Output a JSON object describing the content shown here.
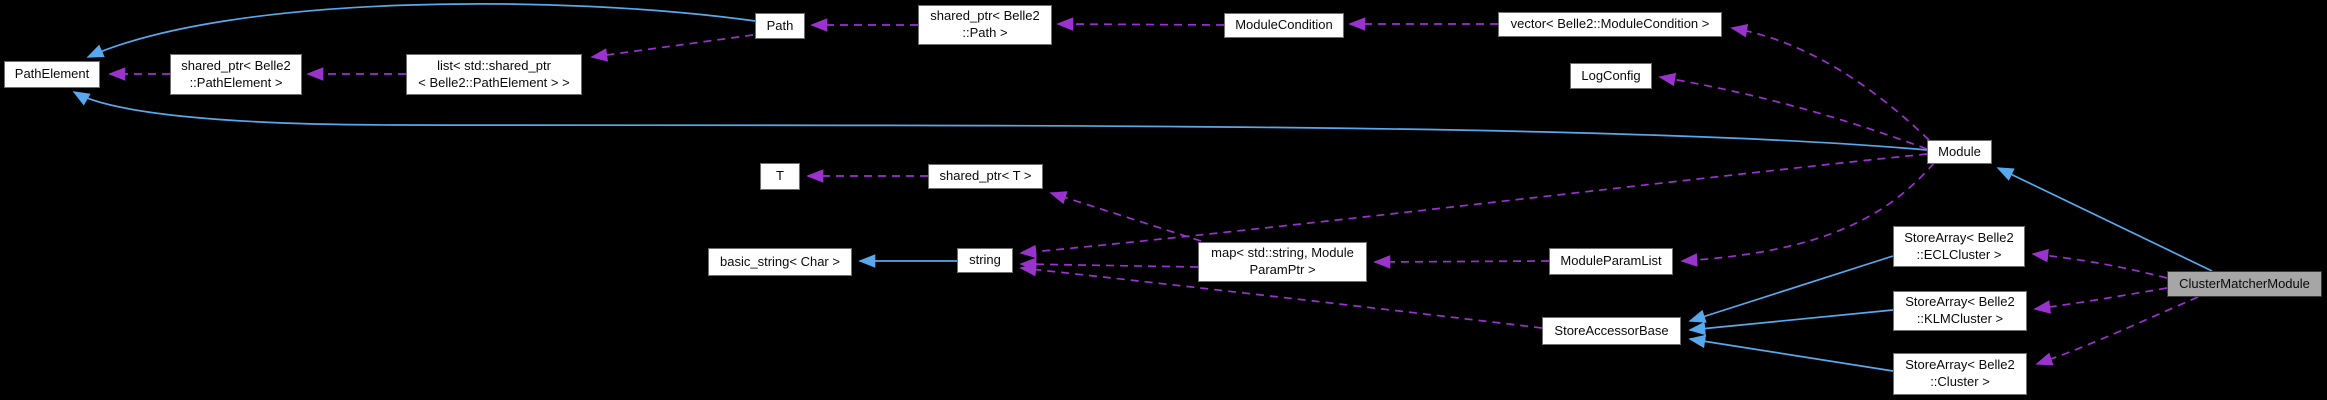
{
  "diagram": {
    "title": "ClusterMatcherModule collaboration graph",
    "background_color": "#000000",
    "colors": {
      "inheritance_edge": "#58a8ee",
      "usage_edge": "#9a32cd",
      "node_fill": "#ffffff",
      "node_border": "#6e6e6e",
      "node_text": "#0a0a0a",
      "highlight_node_fill": "#a6a6a6",
      "highlight_node_border": "#3c3c3c"
    },
    "nodes": {
      "pathelement": {
        "label": "PathElement"
      },
      "sptr_pathelement": {
        "label": "shared_ptr< Belle2\n::PathElement >"
      },
      "list_sptr_pathelement": {
        "label": "list< std::shared_ptr\n< Belle2::PathElement > >"
      },
      "path": {
        "label": "Path"
      },
      "sptr_path": {
        "label": "shared_ptr< Belle2\n::Path >"
      },
      "modulecondition": {
        "label": "ModuleCondition"
      },
      "vector_modulecondition": {
        "label": "vector< Belle2::ModuleCondition >"
      },
      "logconfig": {
        "label": "LogConfig"
      },
      "module": {
        "label": "Module"
      },
      "t": {
        "label": "T"
      },
      "sptr_t": {
        "label": "shared_ptr< T >"
      },
      "basic_string": {
        "label": "basic_string< Char >"
      },
      "string": {
        "label": "string"
      },
      "map_moduleparamptr": {
        "label": "map< std::string, Module\nParamPtr >"
      },
      "moduleparamlist": {
        "label": "ModuleParamList"
      },
      "storeaccessorbase": {
        "label": "StoreAccessorBase"
      },
      "storearray_eclcluster": {
        "label": "StoreArray< Belle2\n::ECLCluster >"
      },
      "storearray_klmcluster": {
        "label": "StoreArray< Belle2\n::KLMCluster >"
      },
      "storearray_cluster": {
        "label": "StoreArray< Belle2\n::Cluster >"
      },
      "clustermatchermodule": {
        "label": "ClusterMatcherModule",
        "highlighted": true
      }
    },
    "edges": [
      {
        "from": "Path",
        "to": "PathElement",
        "type": "inheritance"
      },
      {
        "from": "Module",
        "to": "PathElement",
        "type": "inheritance"
      },
      {
        "from": "string",
        "to": "basic_string< Char >",
        "type": "inheritance"
      },
      {
        "from": "StoreArray< Belle2::ECLCluster >",
        "to": "StoreAccessorBase",
        "type": "inheritance"
      },
      {
        "from": "StoreArray< Belle2::KLMCluster >",
        "to": "StoreAccessorBase",
        "type": "inheritance"
      },
      {
        "from": "StoreArray< Belle2::Cluster >",
        "to": "StoreAccessorBase",
        "type": "inheritance"
      },
      {
        "from": "ClusterMatcherModule",
        "to": "Module",
        "type": "inheritance"
      },
      {
        "from": "shared_ptr< Belle2::PathElement >",
        "to": "PathElement",
        "type": "usage"
      },
      {
        "from": "list< std::shared_ptr< Belle2::PathElement > >",
        "to": "shared_ptr< Belle2::PathElement >",
        "type": "usage"
      },
      {
        "from": "Path",
        "to": "list< std::shared_ptr< Belle2::PathElement > >",
        "type": "usage"
      },
      {
        "from": "shared_ptr< Belle2::Path >",
        "to": "Path",
        "type": "usage"
      },
      {
        "from": "ModuleCondition",
        "to": "shared_ptr< Belle2::Path >",
        "type": "usage"
      },
      {
        "from": "vector< Belle2::ModuleCondition >",
        "to": "ModuleCondition",
        "type": "usage"
      },
      {
        "from": "Module",
        "to": "vector< Belle2::ModuleCondition >",
        "type": "usage"
      },
      {
        "from": "Module",
        "to": "LogConfig",
        "type": "usage"
      },
      {
        "from": "Module",
        "to": "ModuleParamList",
        "type": "usage"
      },
      {
        "from": "Module",
        "to": "string",
        "type": "usage"
      },
      {
        "from": "ModuleParamList",
        "to": "map< std::string, ModuleParamPtr >",
        "type": "usage"
      },
      {
        "from": "map< std::string, ModuleParamPtr >",
        "to": "string",
        "type": "usage"
      },
      {
        "from": "map< std::string, ModuleParamPtr >",
        "to": "shared_ptr< T >",
        "type": "usage"
      },
      {
        "from": "shared_ptr< T >",
        "to": "T",
        "type": "usage"
      },
      {
        "from": "StoreAccessorBase",
        "to": "string",
        "type": "usage"
      },
      {
        "from": "ClusterMatcherModule",
        "to": "StoreArray< Belle2::ECLCluster >",
        "type": "usage"
      },
      {
        "from": "ClusterMatcherModule",
        "to": "StoreArray< Belle2::KLMCluster >",
        "type": "usage"
      },
      {
        "from": "ClusterMatcherModule",
        "to": "StoreArray< Belle2::Cluster >",
        "type": "usage"
      }
    ]
  }
}
